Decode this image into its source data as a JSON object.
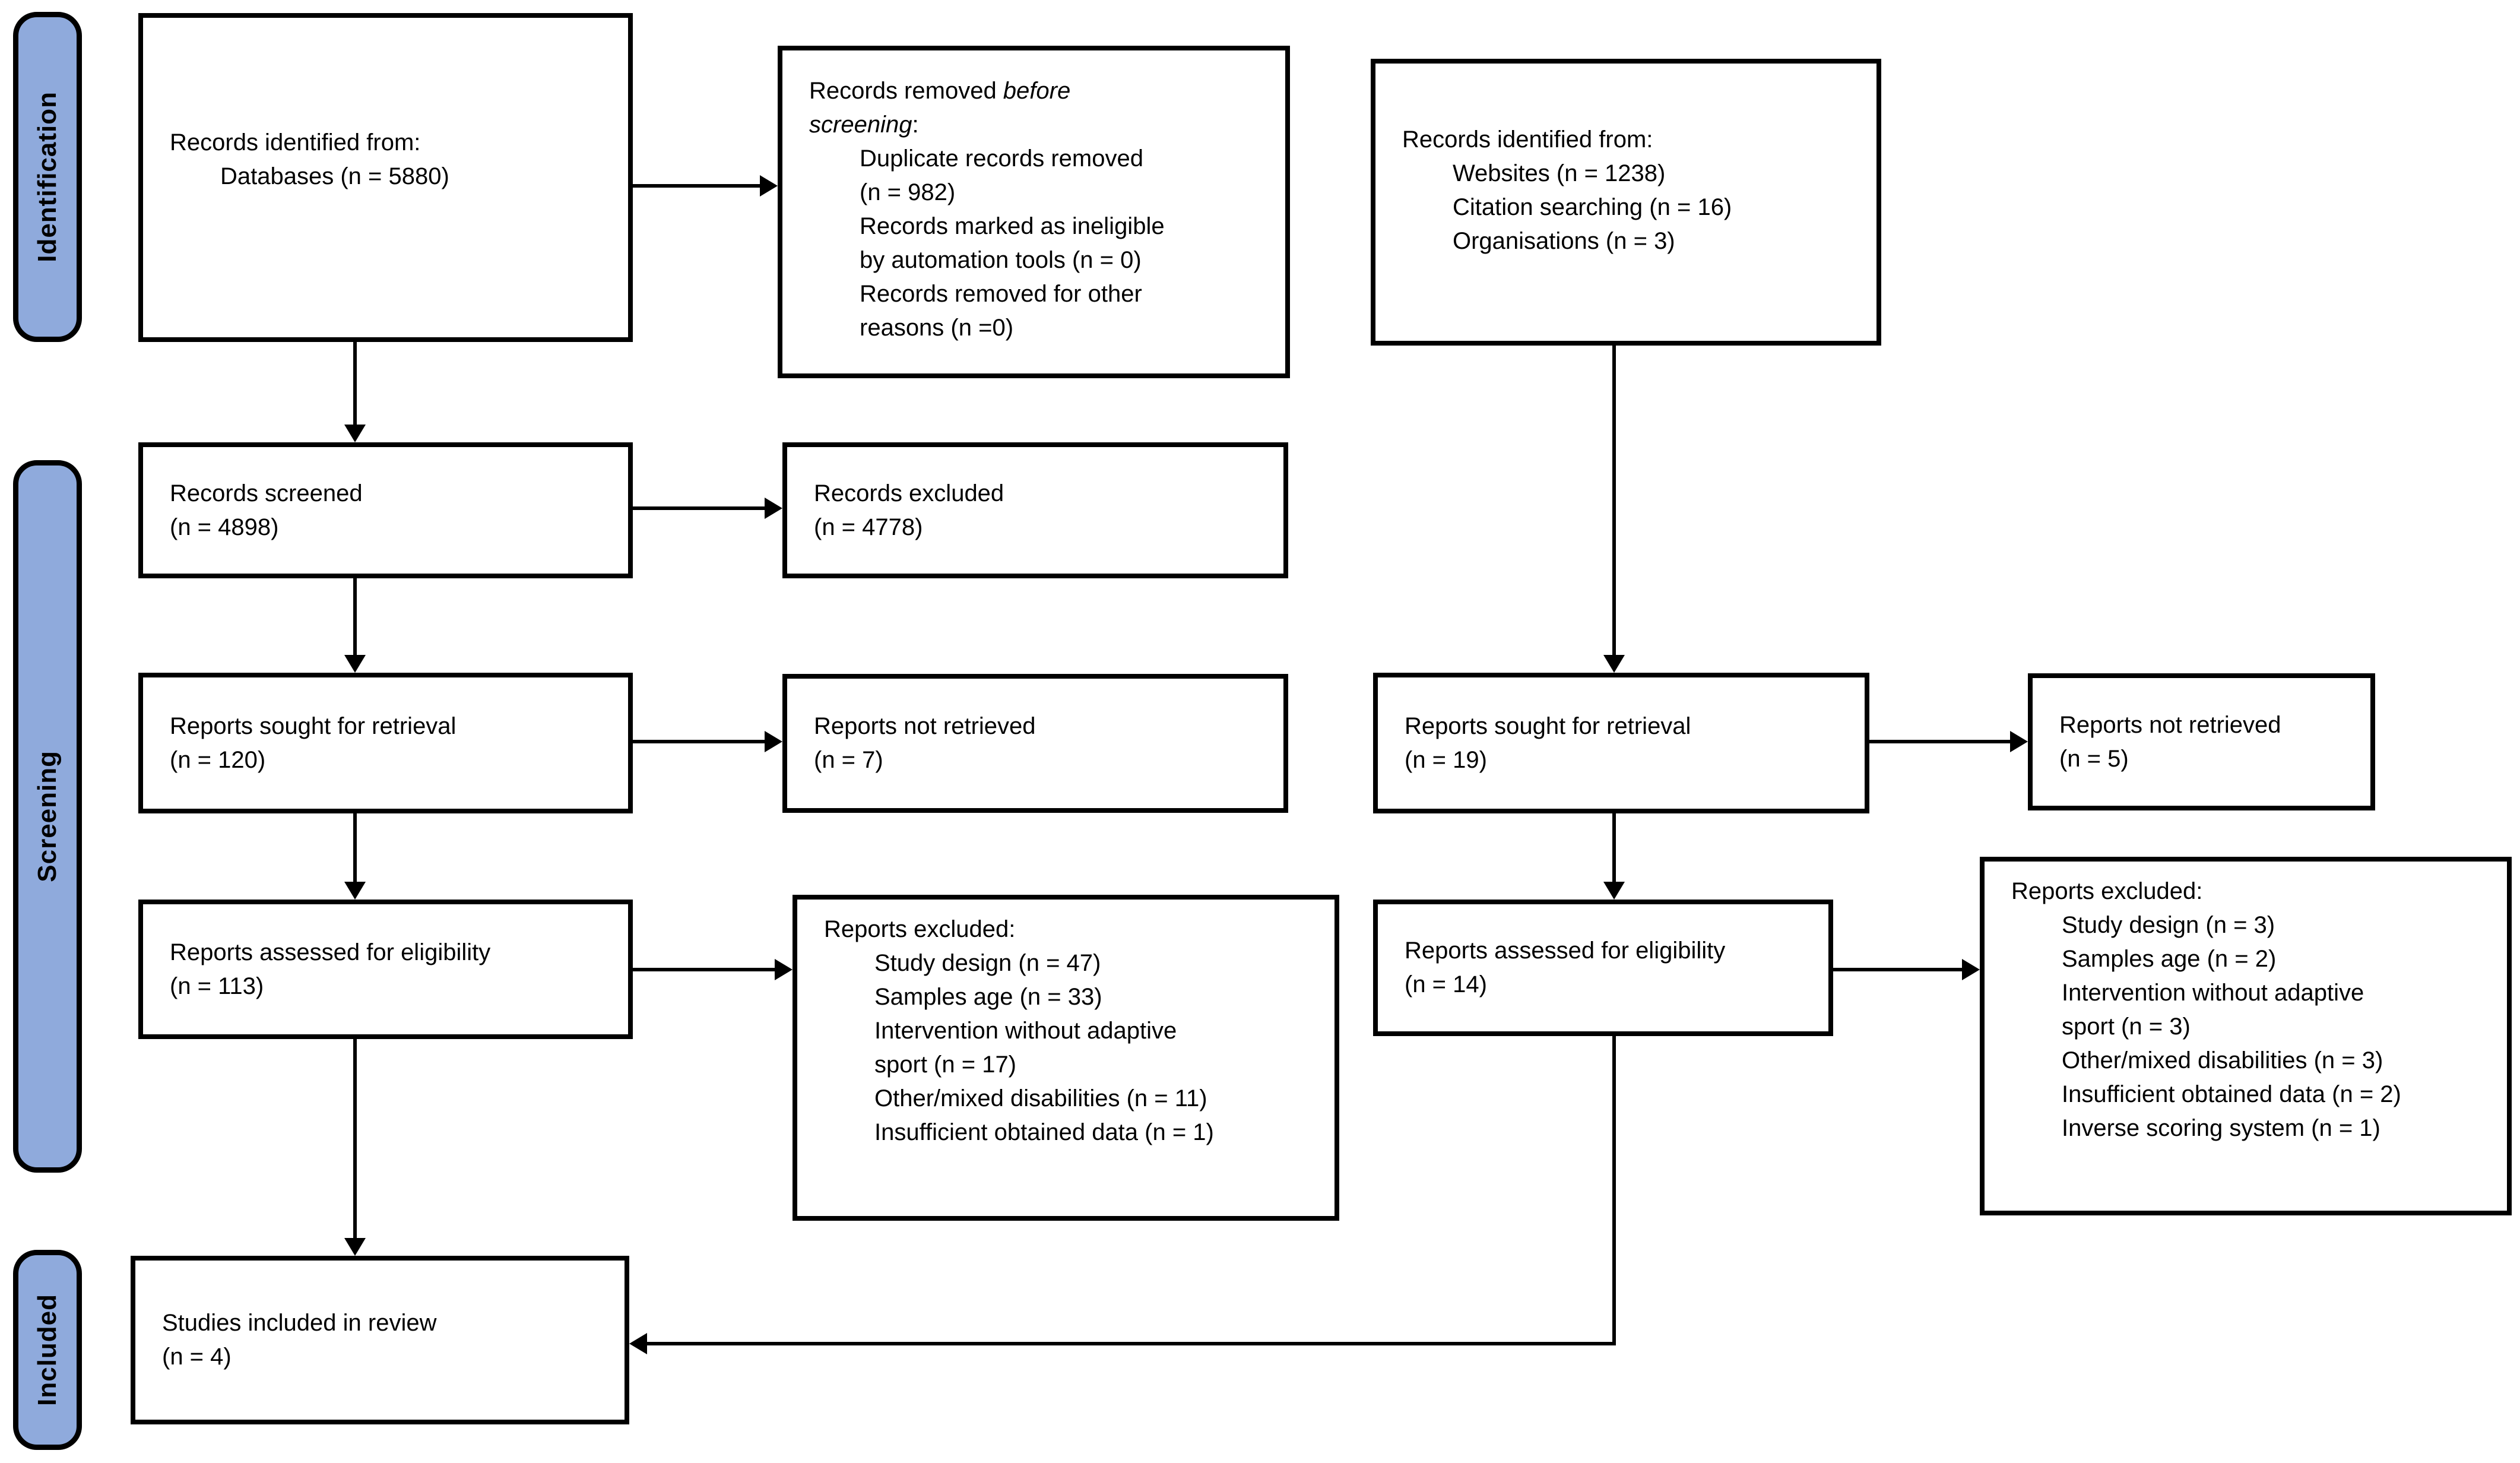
{
  "stages": [
    {
      "label": "Identification"
    },
    {
      "label": "Screening"
    },
    {
      "label": "Included"
    }
  ],
  "colors": {
    "stage_fill": "#8FAADC",
    "stage_border": "#000000",
    "box_border": "#000000",
    "box_fill": "#FFFFFF",
    "arrow": "#000000",
    "text": "#000000"
  },
  "boxes": {
    "b1": {
      "lines": [
        "Records identified from:",
        "Databases (n = 5880)"
      ]
    },
    "b2": {
      "title": {
        "normal1": "Records removed ",
        "italic1": "before",
        "italic2": "screening",
        "normal2": ":"
      },
      "items": [
        "Duplicate records removed",
        "(n = 982)",
        "Records marked as ineligible",
        "by automation tools (n = 0)",
        "Records removed for other",
        "reasons (n =0)"
      ]
    },
    "b3": {
      "lines": [
        "Records identified from:",
        "Websites (n = 1238)",
        "Citation searching (n = 16)",
        "Organisations (n = 3)"
      ]
    },
    "b4": {
      "lines": [
        "Records screened",
        "(n = 4898)"
      ]
    },
    "b5": {
      "lines": [
        "Records excluded",
        "(n = 4778)"
      ]
    },
    "b6": {
      "lines": [
        "Reports sought for retrieval",
        "(n = 120)"
      ]
    },
    "b7": {
      "lines": [
        "Reports not retrieved",
        "(n = 7)"
      ]
    },
    "b8": {
      "lines": [
        "Reports sought for retrieval",
        "(n = 19)"
      ]
    },
    "b9": {
      "lines": [
        "Reports not retrieved",
        "(n = 5)"
      ]
    },
    "b10": {
      "lines": [
        "Reports assessed for eligibility",
        "(n = 113)"
      ]
    },
    "b11": {
      "title": "Reports excluded:",
      "items": [
        "Study design (n = 47)",
        "Samples age (n = 33)",
        "Intervention without adaptive",
        "sport (n = 17)",
        "Other/mixed disabilities (n = 11)",
        "Insufficient obtained data (n = 1)"
      ]
    },
    "b12": {
      "lines": [
        "Reports assessed for eligibility",
        "(n = 14)"
      ]
    },
    "b13": {
      "title": "Reports excluded:",
      "items": [
        "Study design (n = 3)",
        "Samples age (n = 2)",
        "Intervention without adaptive",
        "sport (n = 3)",
        "Other/mixed disabilities (n = 3)",
        "Insufficient obtained data (n = 2)",
        "Inverse scoring system (n = 1)"
      ]
    },
    "b14": {
      "lines": [
        "Studies included in review",
        "(n = 4)"
      ]
    }
  }
}
